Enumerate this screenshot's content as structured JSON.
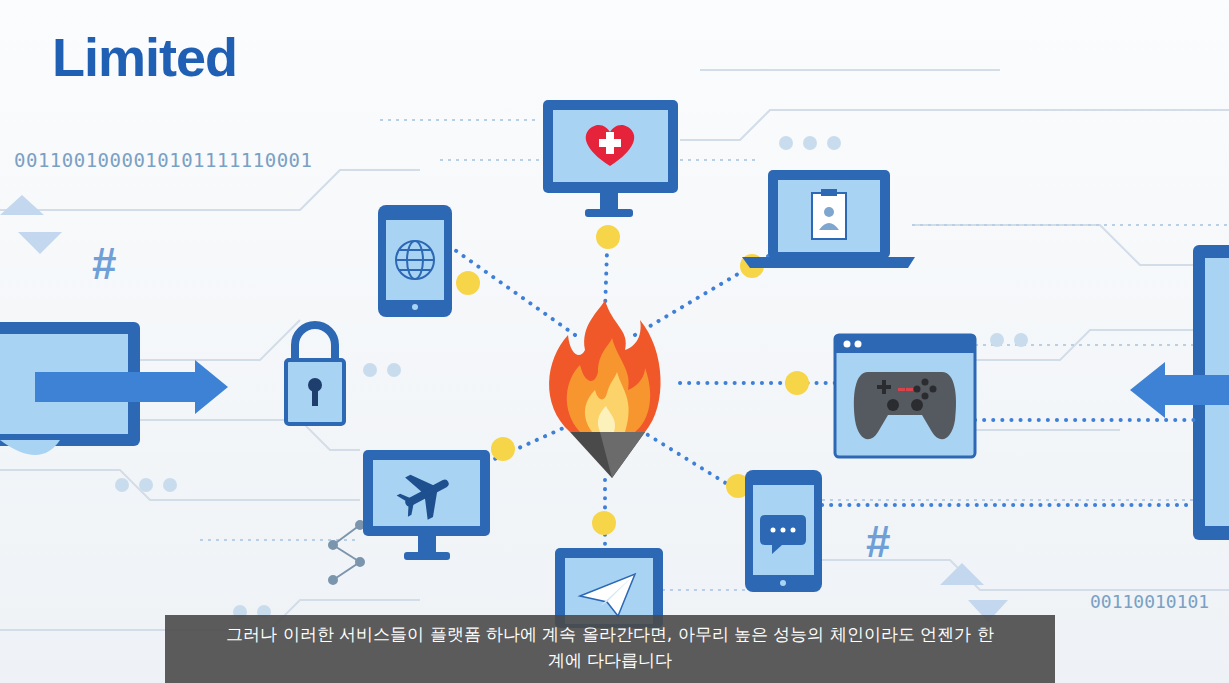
{
  "diagram": {
    "title": "Limited",
    "caption": "그러나 이러한 서비스들이 플랫폼 하나에 계속 올라간다면, 아무리 높은 성능의 체인이라도 언젠가 한계에 다다릅니다",
    "labels": [
      "0011001000010101111110001",
      "#",
      "#",
      "00110010101"
    ]
  }
}
